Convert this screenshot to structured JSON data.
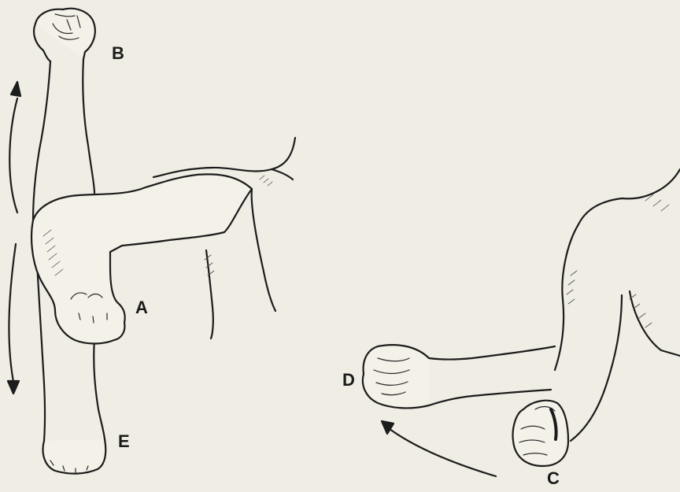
{
  "labels": {
    "a": "A",
    "b": "B",
    "c": "C",
    "d": "D",
    "e": "E"
  },
  "colors": {
    "paper": "#efede4",
    "ink": "#1c1c1c"
  }
}
